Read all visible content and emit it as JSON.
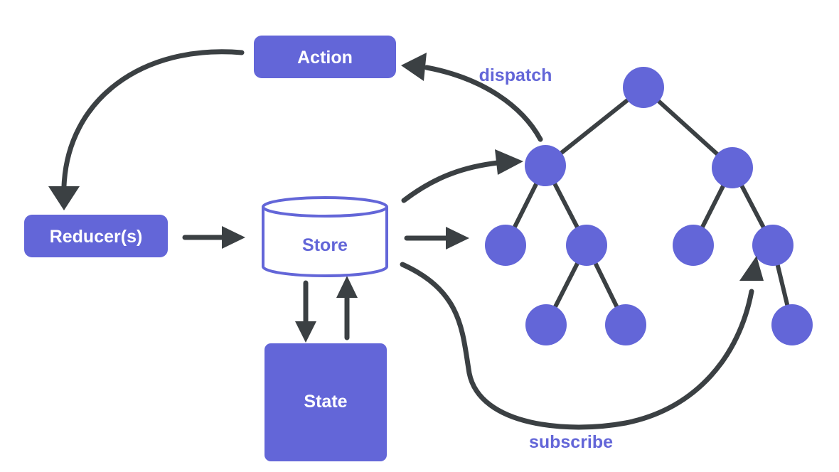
{
  "nodes": {
    "action": "Action",
    "reducers": "Reducer(s)",
    "store": "Store",
    "state": "State"
  },
  "edge_labels": {
    "dispatch": "dispatch",
    "subscribe": "subscribe"
  },
  "colors": {
    "accent": "#6366d8",
    "arrow": "#3b4043",
    "background": "#ffffff"
  }
}
